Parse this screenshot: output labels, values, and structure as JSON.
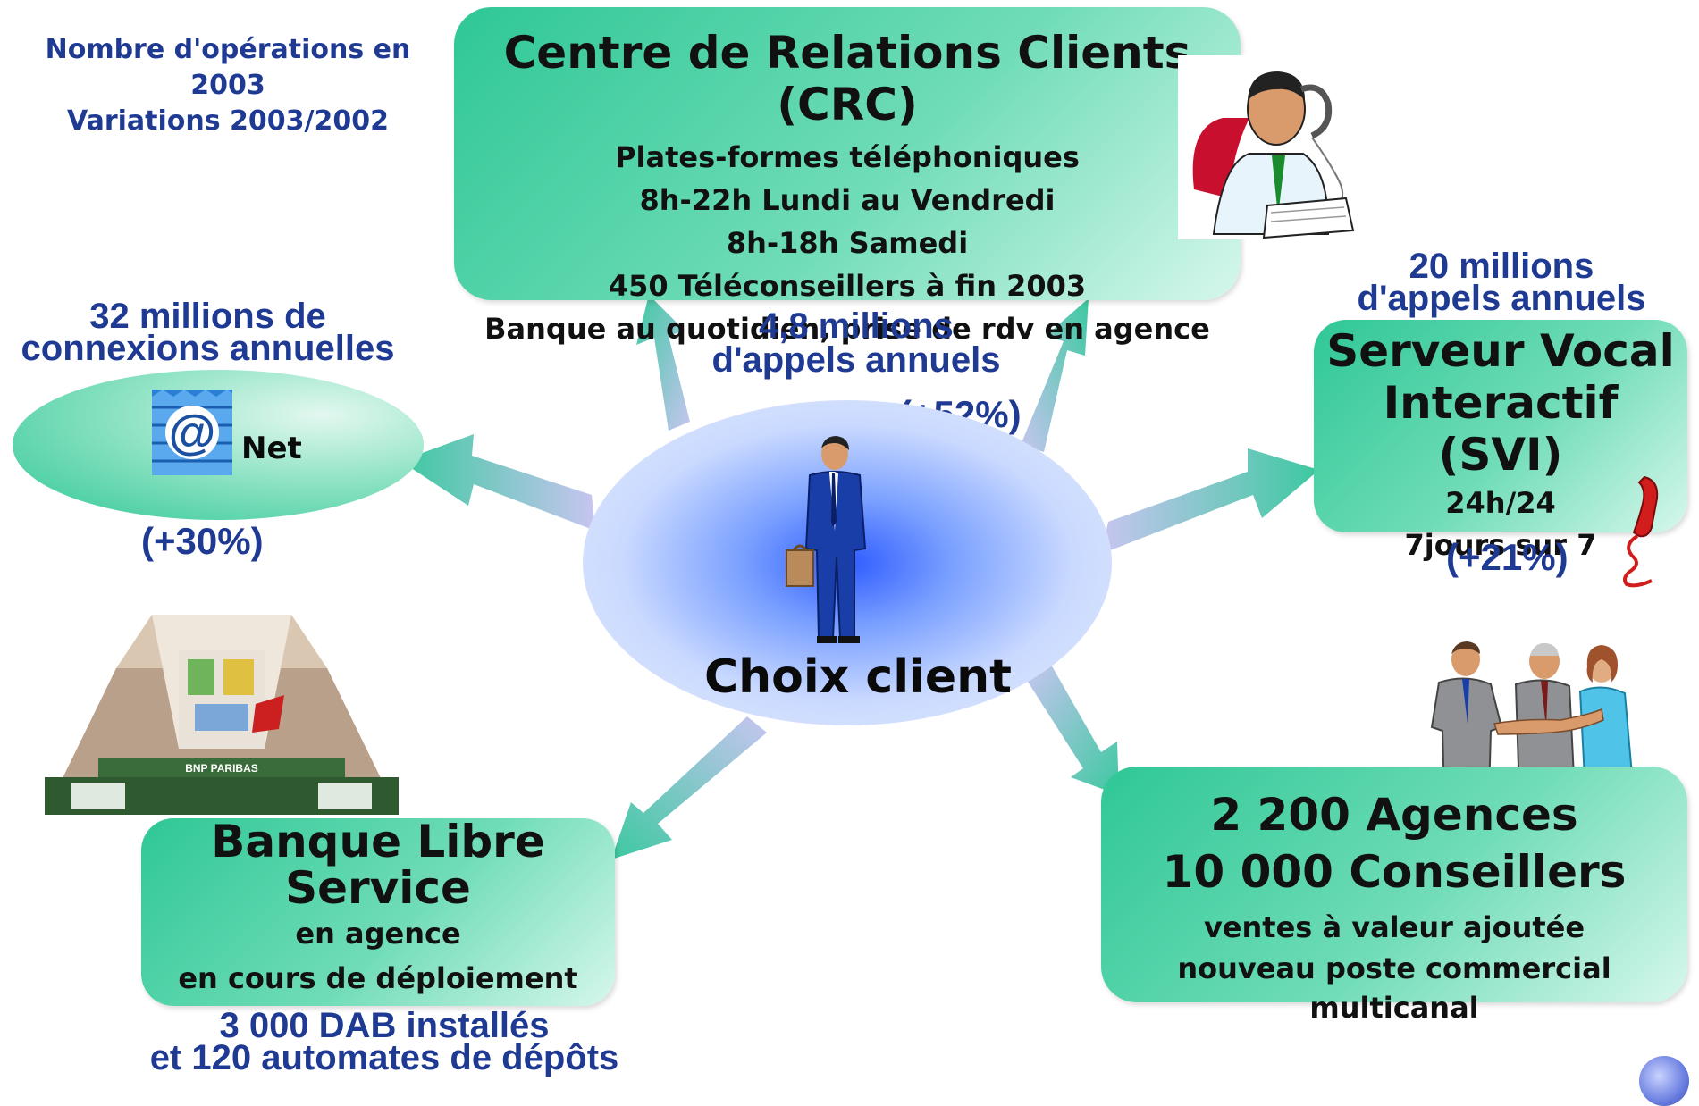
{
  "header": {
    "line1": "Nombre d'opérations en 2003",
    "line2": "Variations 2003/2002"
  },
  "center": {
    "label": "Choix client"
  },
  "crc": {
    "title": "Centre de Relations Clients (CRC)",
    "lines": [
      "Plates-formes téléphoniques",
      "8h-22h Lundi au Vendredi",
      "8h-18h Samedi",
      "450 Téléconseillers à fin 2003",
      "Banque au quotidien, prise de rdv en agence"
    ],
    "stat_line1": "4,8 millions",
    "stat_line2": "d'appels annuels",
    "variation": "(+52%)"
  },
  "net": {
    "stat_line1": "32 millions de",
    "stat_line2": "connexions annuelles",
    "label": "Net",
    "variation": "(+30%)"
  },
  "svi": {
    "stat_line1": "20 millions",
    "stat_line2": "d'appels annuels",
    "title_line1": "Serveur Vocal",
    "title_line2": "Interactif (SVI)",
    "lines": [
      "24h/24",
      "7jours sur 7"
    ],
    "variation": "(+21%)"
  },
  "bls": {
    "title_line1": "Banque Libre",
    "title_line2": "Service",
    "lines": [
      "en agence",
      "en cours de déploiement"
    ],
    "stat_line1": "3 000 DAB installés",
    "stat_line2": "et 120 automates de dépôts",
    "sign_text": "BNP PARIBAS"
  },
  "agences": {
    "title_line1": "2 200 Agences",
    "title_line2": "10 000 Conseillers",
    "lines": [
      "ventes à valeur ajoutée",
      "nouveau poste commercial multicanal"
    ]
  },
  "colors": {
    "navy": "#1f3a93",
    "box_green": "#2fc796",
    "arrow_teal": "#3cc9a0",
    "arrow_lavender": "#c7c5f0",
    "center_blue": "#2f5cff"
  }
}
